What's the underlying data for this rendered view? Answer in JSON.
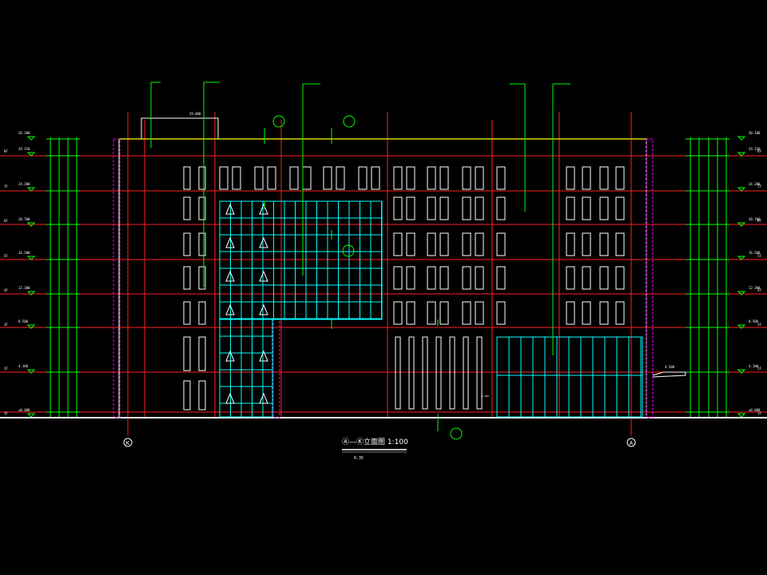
{
  "drawing": {
    "title": "Ⓐ—Ⓚ立面图  1:100",
    "subtitle": "0.35",
    "colors": {
      "background": "#000000",
      "wall": "#ffffff",
      "gridline": "#ff2020",
      "leader": "#00ff00",
      "glass": "#00ffff",
      "edge": "#ff00ff",
      "roof": "#ffff00"
    },
    "axis_labels": {
      "left": "K",
      "right": "A"
    },
    "left_levels": [
      "26.200",
      "29.150",
      "24.200",
      "20.700",
      "16.500",
      "12.300",
      "8.500",
      "4.100",
      "±0.000"
    ],
    "right_levels": [
      "30.100",
      "29.150",
      "24.200",
      "20.700",
      "16.500",
      "12.300",
      "8.500",
      "4.100",
      "±0.000"
    ],
    "floor_tags": [
      "RF",
      "7F",
      "6F",
      "5F",
      "4F",
      "3F",
      "2F",
      "1F"
    ],
    "stair_label": "-0.300",
    "parapet_label": "29.800",
    "canopy_label": "4.500"
  }
}
